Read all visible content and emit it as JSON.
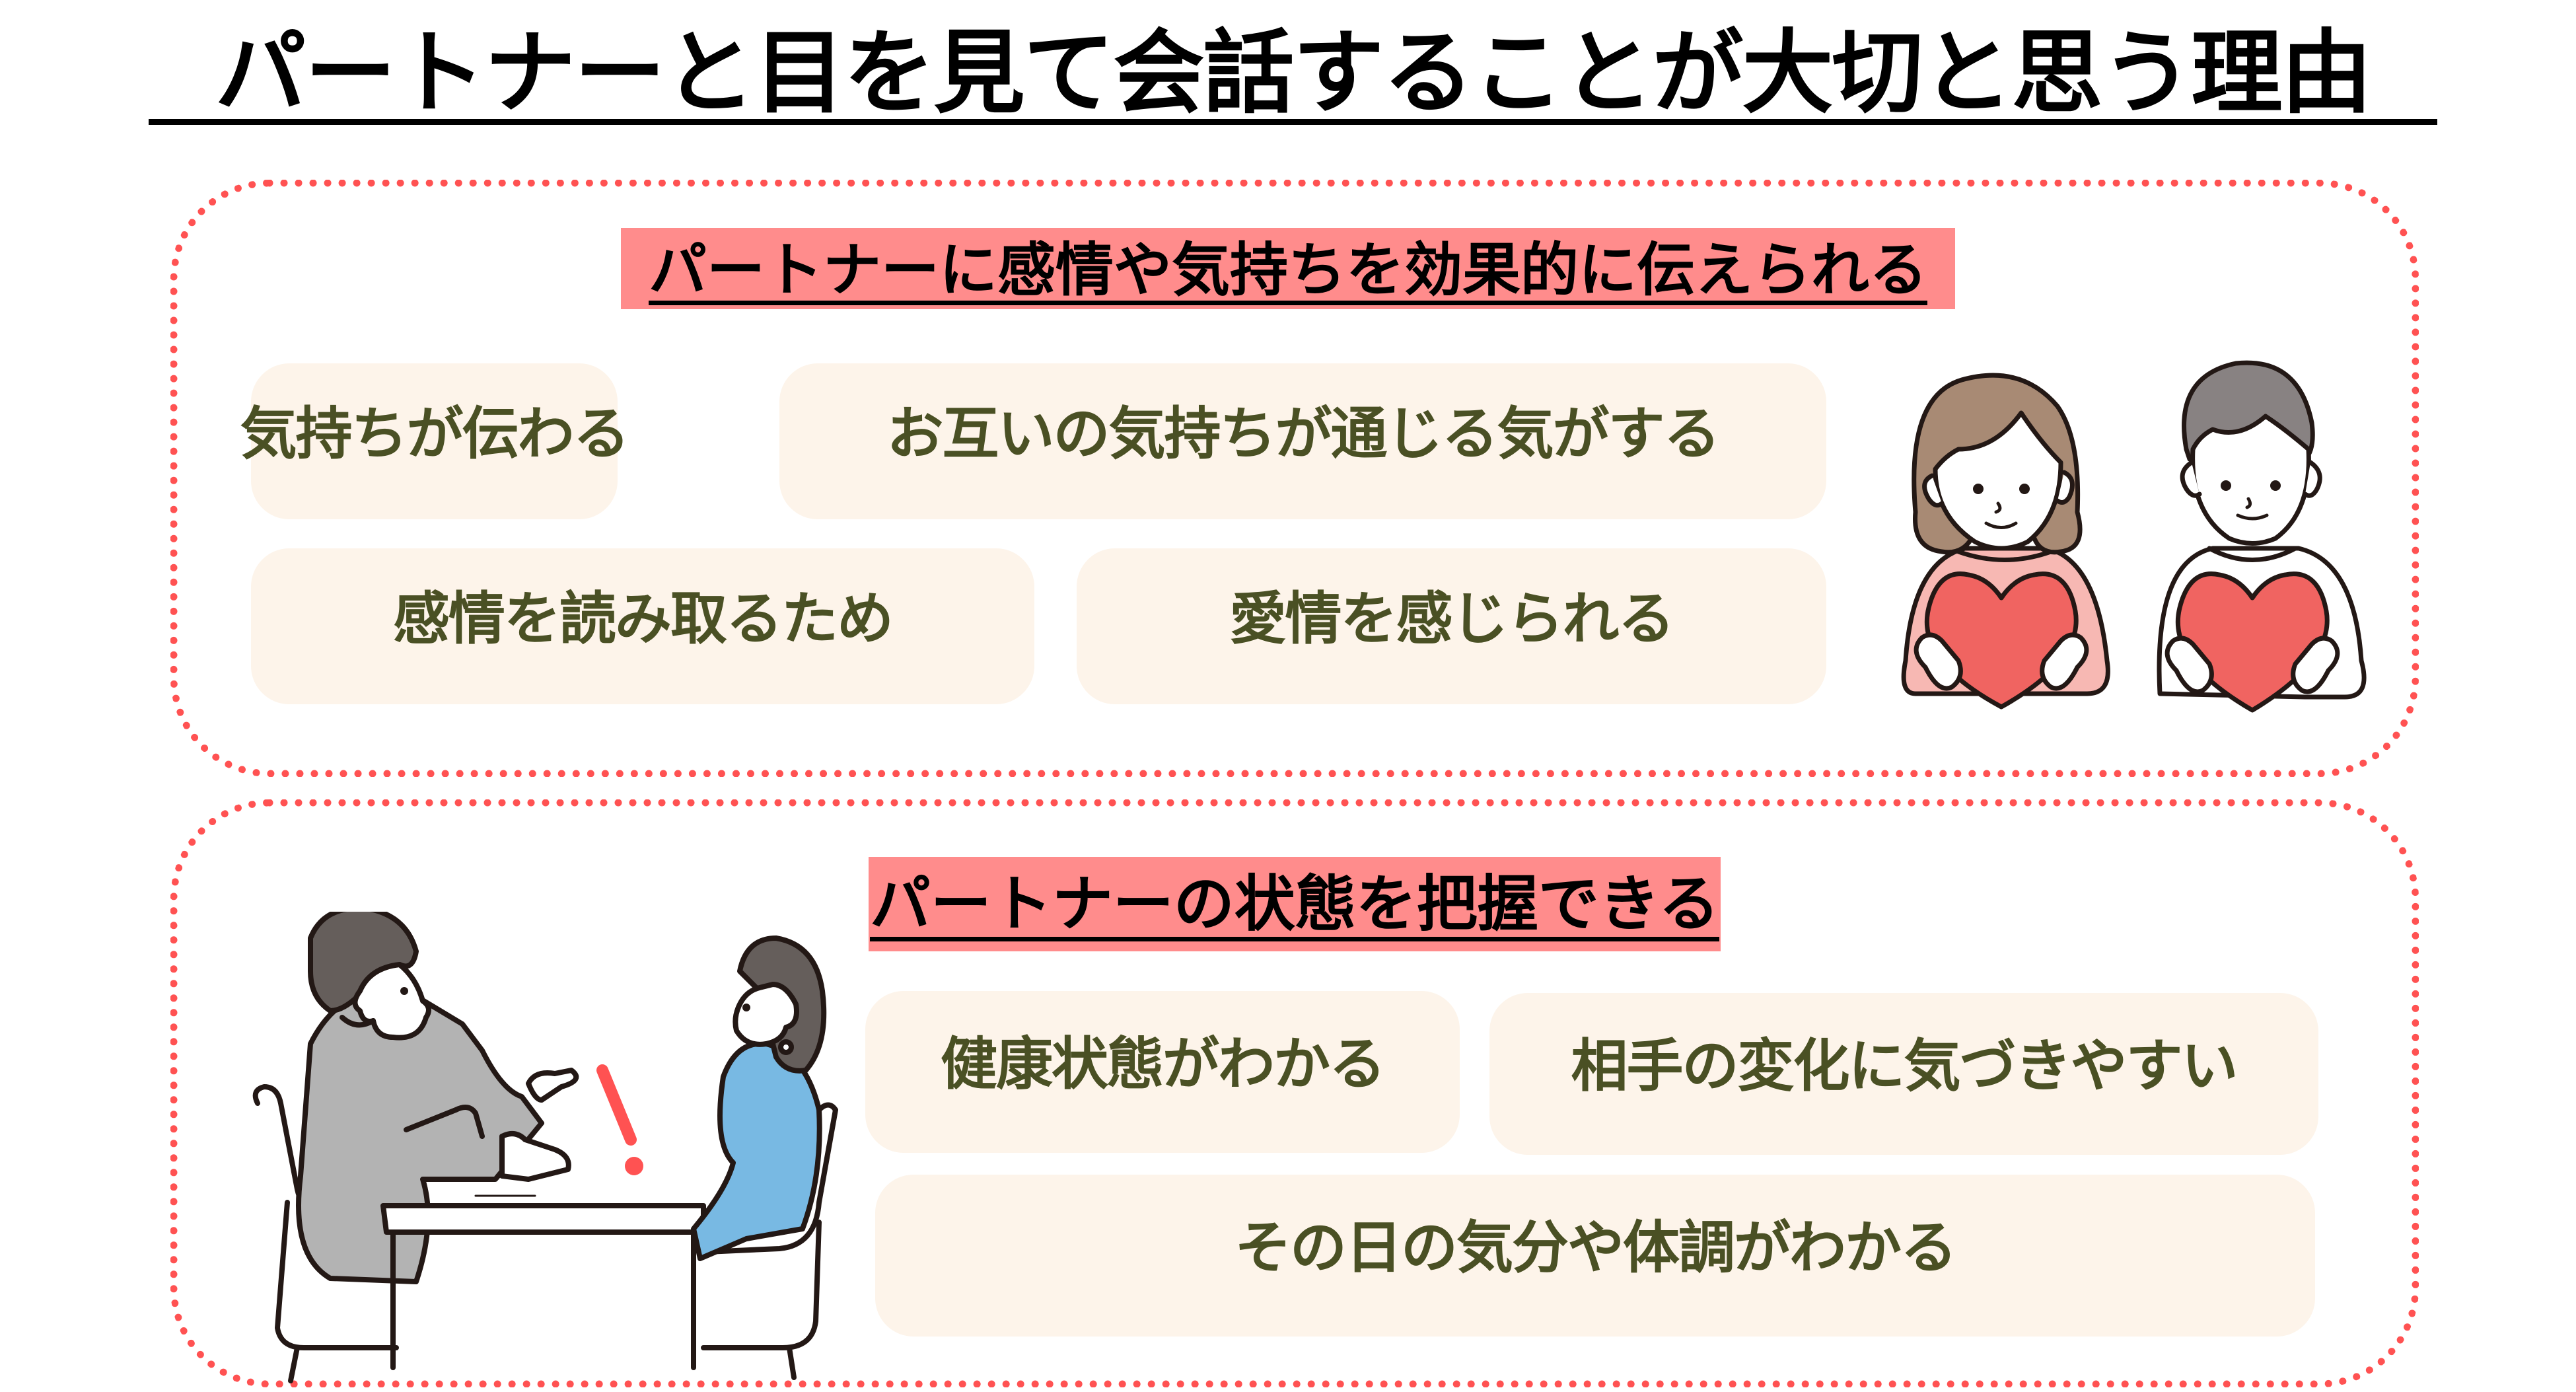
{
  "title": "パートナーと目を見て会話することが大切と思う理由",
  "sections": [
    {
      "heading": "パートナーに感情や気持ちを効果的に伝えられる",
      "reasons": [
        "気持ちが伝わる",
        "お互いの気持ちが通じる気がする",
        "感情を読み取るため",
        "愛情を感じられる"
      ],
      "illustration": "couple-holding-hearts"
    },
    {
      "heading": "パートナーの状態を把握できる",
      "reasons": [
        "健康状態がわかる",
        "相手の変化に気づきやすい",
        "その日の気分や体調がわかる"
      ],
      "illustration": "two-people-talking-at-table"
    }
  ],
  "colors": {
    "panel_border": "#ff5252",
    "heading_bg": "#ff8c8c",
    "card_bg": "#fdf4ea",
    "card_text": "#4a5024",
    "heart": "#f06461",
    "woman_sweater": "#f7b8b3",
    "woman_hair": "#a88a74",
    "man_hair": "#888282",
    "suit": "#b3b3b3",
    "blouse": "#78b9e3",
    "exclamation": "#ff5252"
  }
}
